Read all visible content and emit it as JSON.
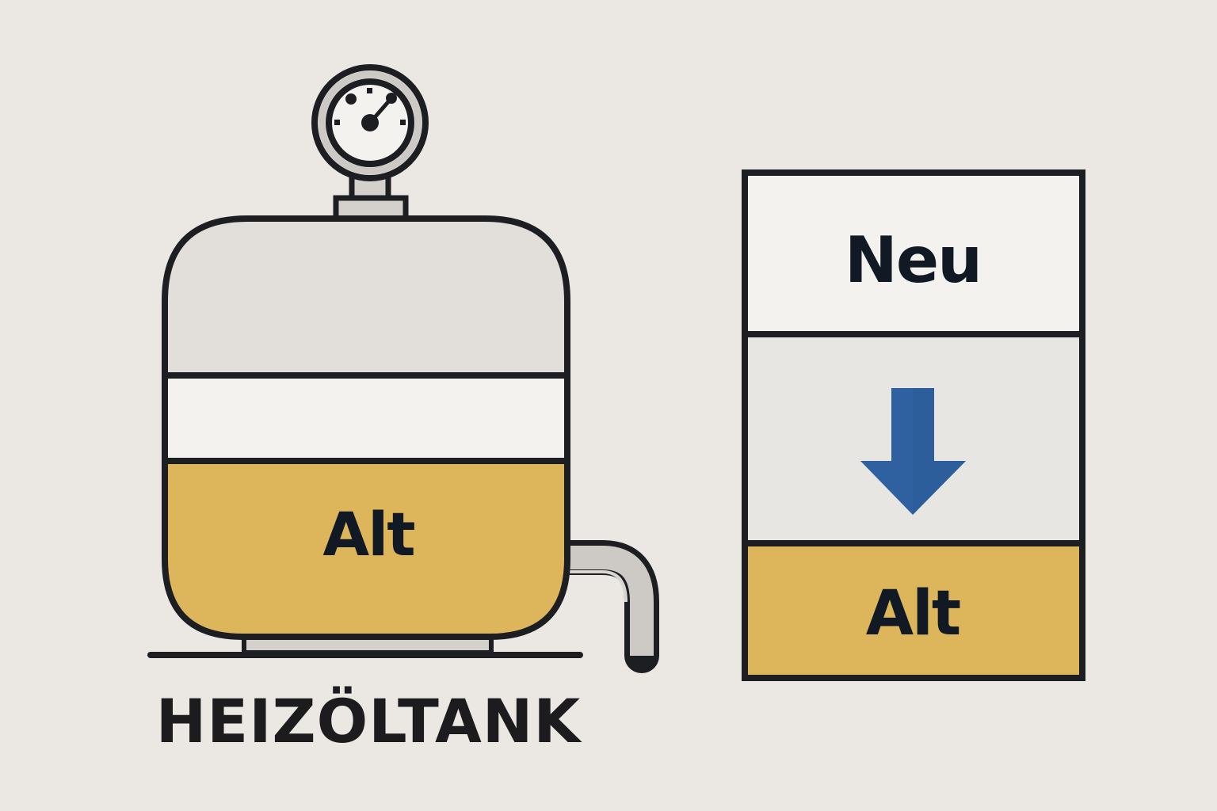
{
  "diagram": {
    "tank": {
      "title": "HEIZÖLTANK",
      "layers": [
        {
          "name": "empty-space",
          "color": "#e2dfdb"
        },
        {
          "name": "middle-layer",
          "color": "#f3f2ee"
        },
        {
          "name": "old-oil",
          "label": "Alt",
          "color": "#ddb55a"
        }
      ],
      "gauge_icon": "pressure-gauge-icon",
      "pipe_icon": "outlet-pipe-icon"
    },
    "layer_box": {
      "sections": [
        {
          "label": "Neu",
          "color": "#f3f2ee"
        },
        {
          "label": "",
          "icon": "arrow-down-icon",
          "color": "#e8e6e2"
        },
        {
          "label": "Alt",
          "color": "#ddb55a"
        }
      ]
    },
    "colors": {
      "background": "#ebe8e3",
      "outline": "#1c1e21",
      "oil": "#ddb55a",
      "arrow": "#2f61a0",
      "metal": "#cdcac5"
    }
  }
}
